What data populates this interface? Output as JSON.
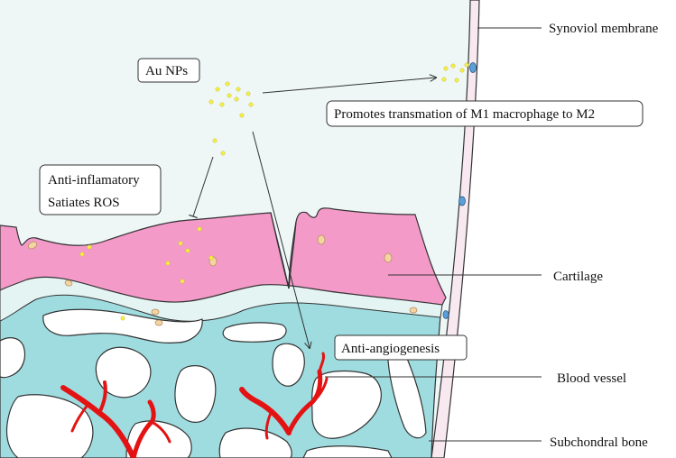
{
  "labels": {
    "synovial_membrane": "Synoviol membrane",
    "cartilage": "Cartilage",
    "blood_vessel": "Blood vessel",
    "subchondral_bone": "Subchondral bone"
  },
  "boxes": {
    "au_nps": "Au NPs",
    "promotes": "Promotes transmation of M1 macrophage to M2",
    "anti_inflammatory_line1": "Anti-inflamatory",
    "anti_inflammatory_line2": "Satiates ROS",
    "anti_angiogenesis": "Anti-angiogenesis"
  },
  "colors": {
    "synovial_fluid": "#eef6f6",
    "cartilage": "#f49ac9",
    "bone": "#9fdce0",
    "bone_lining": "#e4f4f2",
    "vessel": "#e41313",
    "nanoparticle": "#f5ef44",
    "chondrocyte": "#f5d4a4",
    "macrophage": "#5aa0d8",
    "membrane": "#f7e9ef",
    "outline": "#333333"
  }
}
